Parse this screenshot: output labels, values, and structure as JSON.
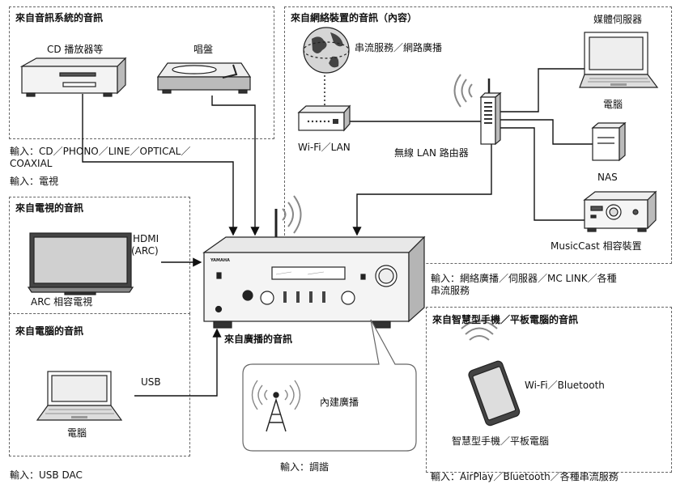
{
  "sections": {
    "source_devices": {
      "heading": "來自音訊系統的音訊",
      "cd_player": "CD 播放器等",
      "turntable": "唱盤",
      "input_line1": "輸入：CD／PHONO／LINE／OPTICAL／",
      "input_line2": "COAXIAL",
      "input_tv": "輸入：電視"
    },
    "network": {
      "heading": "來自網絡裝置的音訊（內容）",
      "streaming": "串流服務／網路廣播",
      "media_server": "媒體伺服器",
      "pc": "電腦",
      "wifi_lan": "Wi-Fi／LAN",
      "router": "無線 LAN 路由器",
      "nas": "NAS",
      "musiccast": "MusicCast 相容裝置",
      "input_line1": "輸入：網絡廣播／伺服器／MC LINK／各種",
      "input_line2": "串流服務"
    },
    "tv": {
      "heading": "來自電視的音訊",
      "hdmi_line1": "HDMI",
      "hdmi_line2": "(ARC)",
      "arc_tv": "ARC 相容電視"
    },
    "computer": {
      "heading": "來自電腦的音訊",
      "usb": "USB",
      "pc": "電腦",
      "input": "輸入：USB DAC"
    },
    "radio": {
      "heading": "來自廣播的音訊",
      "builtin": "內建廣播",
      "input": "輸入：調諧"
    },
    "mobile": {
      "heading": "來自智慧型手機／平板電腦的音訊",
      "wifi_bt": "Wi-Fi／Bluetooth",
      "device": "智慧型手機／平板電腦",
      "input": "輸入：AirPlay／Bluetooth／各種串流服務"
    }
  },
  "amplifier": {
    "brand": "YAMAHA"
  },
  "colors": {
    "line": "#111111",
    "dash": "#666666"
  }
}
